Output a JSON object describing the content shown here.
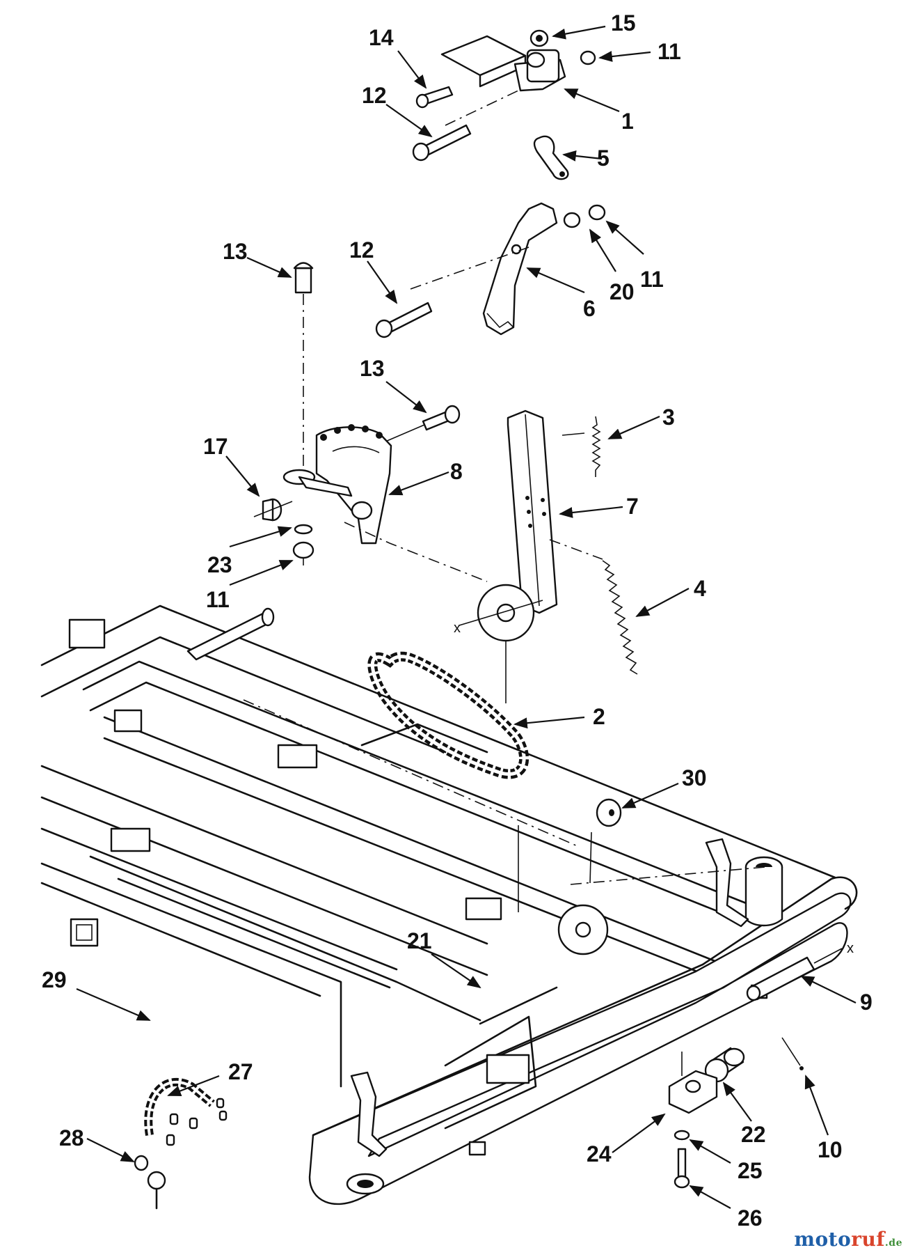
{
  "diagram": {
    "callouts": [
      "14",
      "15",
      "11",
      "12",
      "1",
      "5",
      "13",
      "12",
      "6",
      "20",
      "11",
      "3",
      "13",
      "17",
      "8",
      "7",
      "23",
      "11",
      "4",
      "2",
      "30",
      "21",
      "29",
      "28",
      "27",
      "9",
      "22",
      "24",
      "10",
      "25",
      "26"
    ],
    "x_marks": [
      "x",
      "x"
    ]
  },
  "watermark": {
    "part1": "moto",
    "part2": "ruf",
    "part3": ".de"
  },
  "colors": {
    "line": "#111111",
    "watermark_blue": "#1f5fa8",
    "watermark_red": "#d9442c",
    "watermark_green": "#3f8f3a"
  }
}
